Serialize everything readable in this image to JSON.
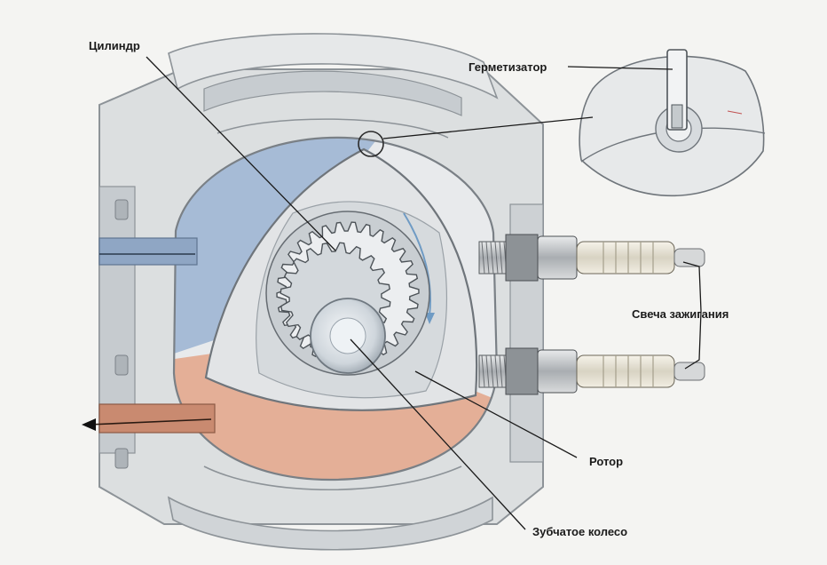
{
  "labels": {
    "cylinder": "Цилиндр",
    "seal": "Герметизатор",
    "spark_plug": "Свеча зажигания",
    "rotor": "Ротор",
    "gear": "Зубчатое колесо"
  },
  "colors": {
    "housing": "#dcdfe0",
    "housing_shadow": "#b9bec2",
    "intake_chamber": "#9fb6d4",
    "exhaust_chamber": "#e3a88e",
    "rotor": "#e2e4e6",
    "plug_metal": "#c9cbcd",
    "plug_ceramic": "#ece8dc"
  }
}
